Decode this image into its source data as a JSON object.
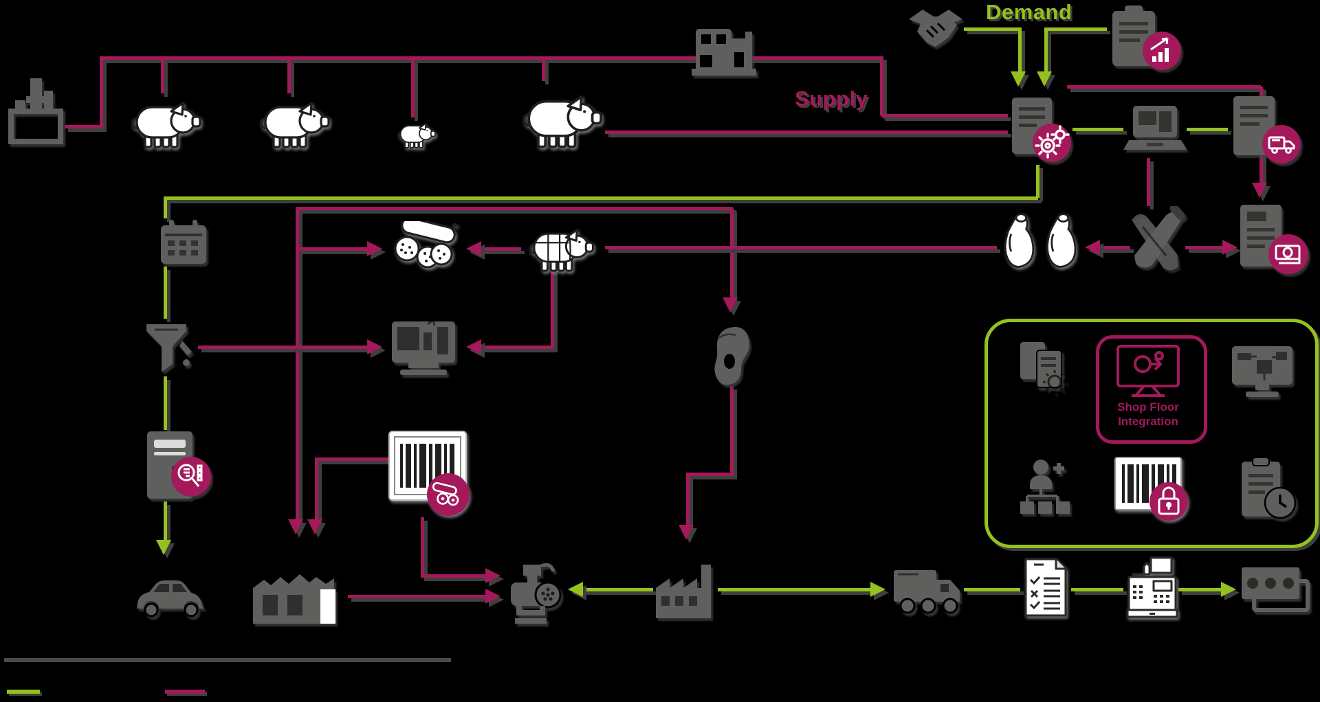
{
  "labels": {
    "demand": "Demand",
    "supply": "Supply"
  },
  "shop_floor_box": {
    "line1": "Shop Floor",
    "line2": "Integration"
  },
  "colors": {
    "background": "#000000",
    "crimson": "#a3195b",
    "green": "#95c11f",
    "icon_gray": "#5f5f5e",
    "line_shadow": "#3f3f3e",
    "white": "#ffffff"
  },
  "legend": {
    "separator_color": "#4a4a49",
    "items": [
      {
        "name": "green-flow-line",
        "color": "#95c11f"
      },
      {
        "name": "crimson-flow-line",
        "color": "#a3195b"
      }
    ]
  },
  "icons": [
    "feed-mill",
    "sow-pig",
    "grower-pig",
    "piglet",
    "fattening-pig",
    "livestock-truck",
    "handshake",
    "demand-report-chart",
    "production-order-gears",
    "laptop",
    "delivery-note-truck",
    "calendar",
    "sausages",
    "pig-primal-cuts",
    "hams",
    "butcher-knives",
    "invoice-money",
    "dosing-funnel",
    "monitor-chart",
    "meat-cut",
    "cold-storage-inspection",
    "barcode-label-sausage",
    "planning-documents",
    "shop-floor-monitor",
    "process-monitor",
    "org-administration",
    "barcode-lock",
    "clipboard-clock",
    "car",
    "livestock-facility",
    "meat-grinder",
    "factory",
    "delivery-truck",
    "checklist",
    "cash-register",
    "banknotes"
  ]
}
